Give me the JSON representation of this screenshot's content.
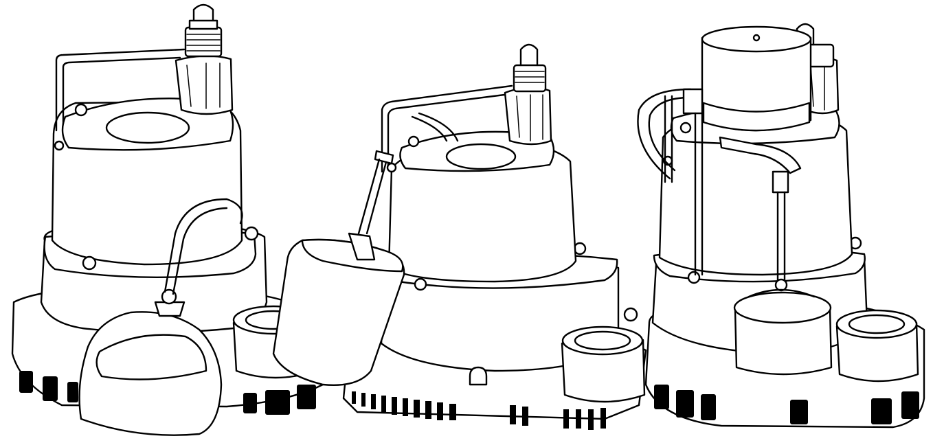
{
  "illustration": {
    "pumps": [
      {
        "id": "pump-left",
        "switch": "tethered-float"
      },
      {
        "id": "pump-center",
        "switch": "piggyback-float"
      },
      {
        "id": "pump-right",
        "switch": "vertical-float"
      }
    ],
    "colors": {
      "line": "#000000",
      "fill": "#ffffff"
    }
  }
}
